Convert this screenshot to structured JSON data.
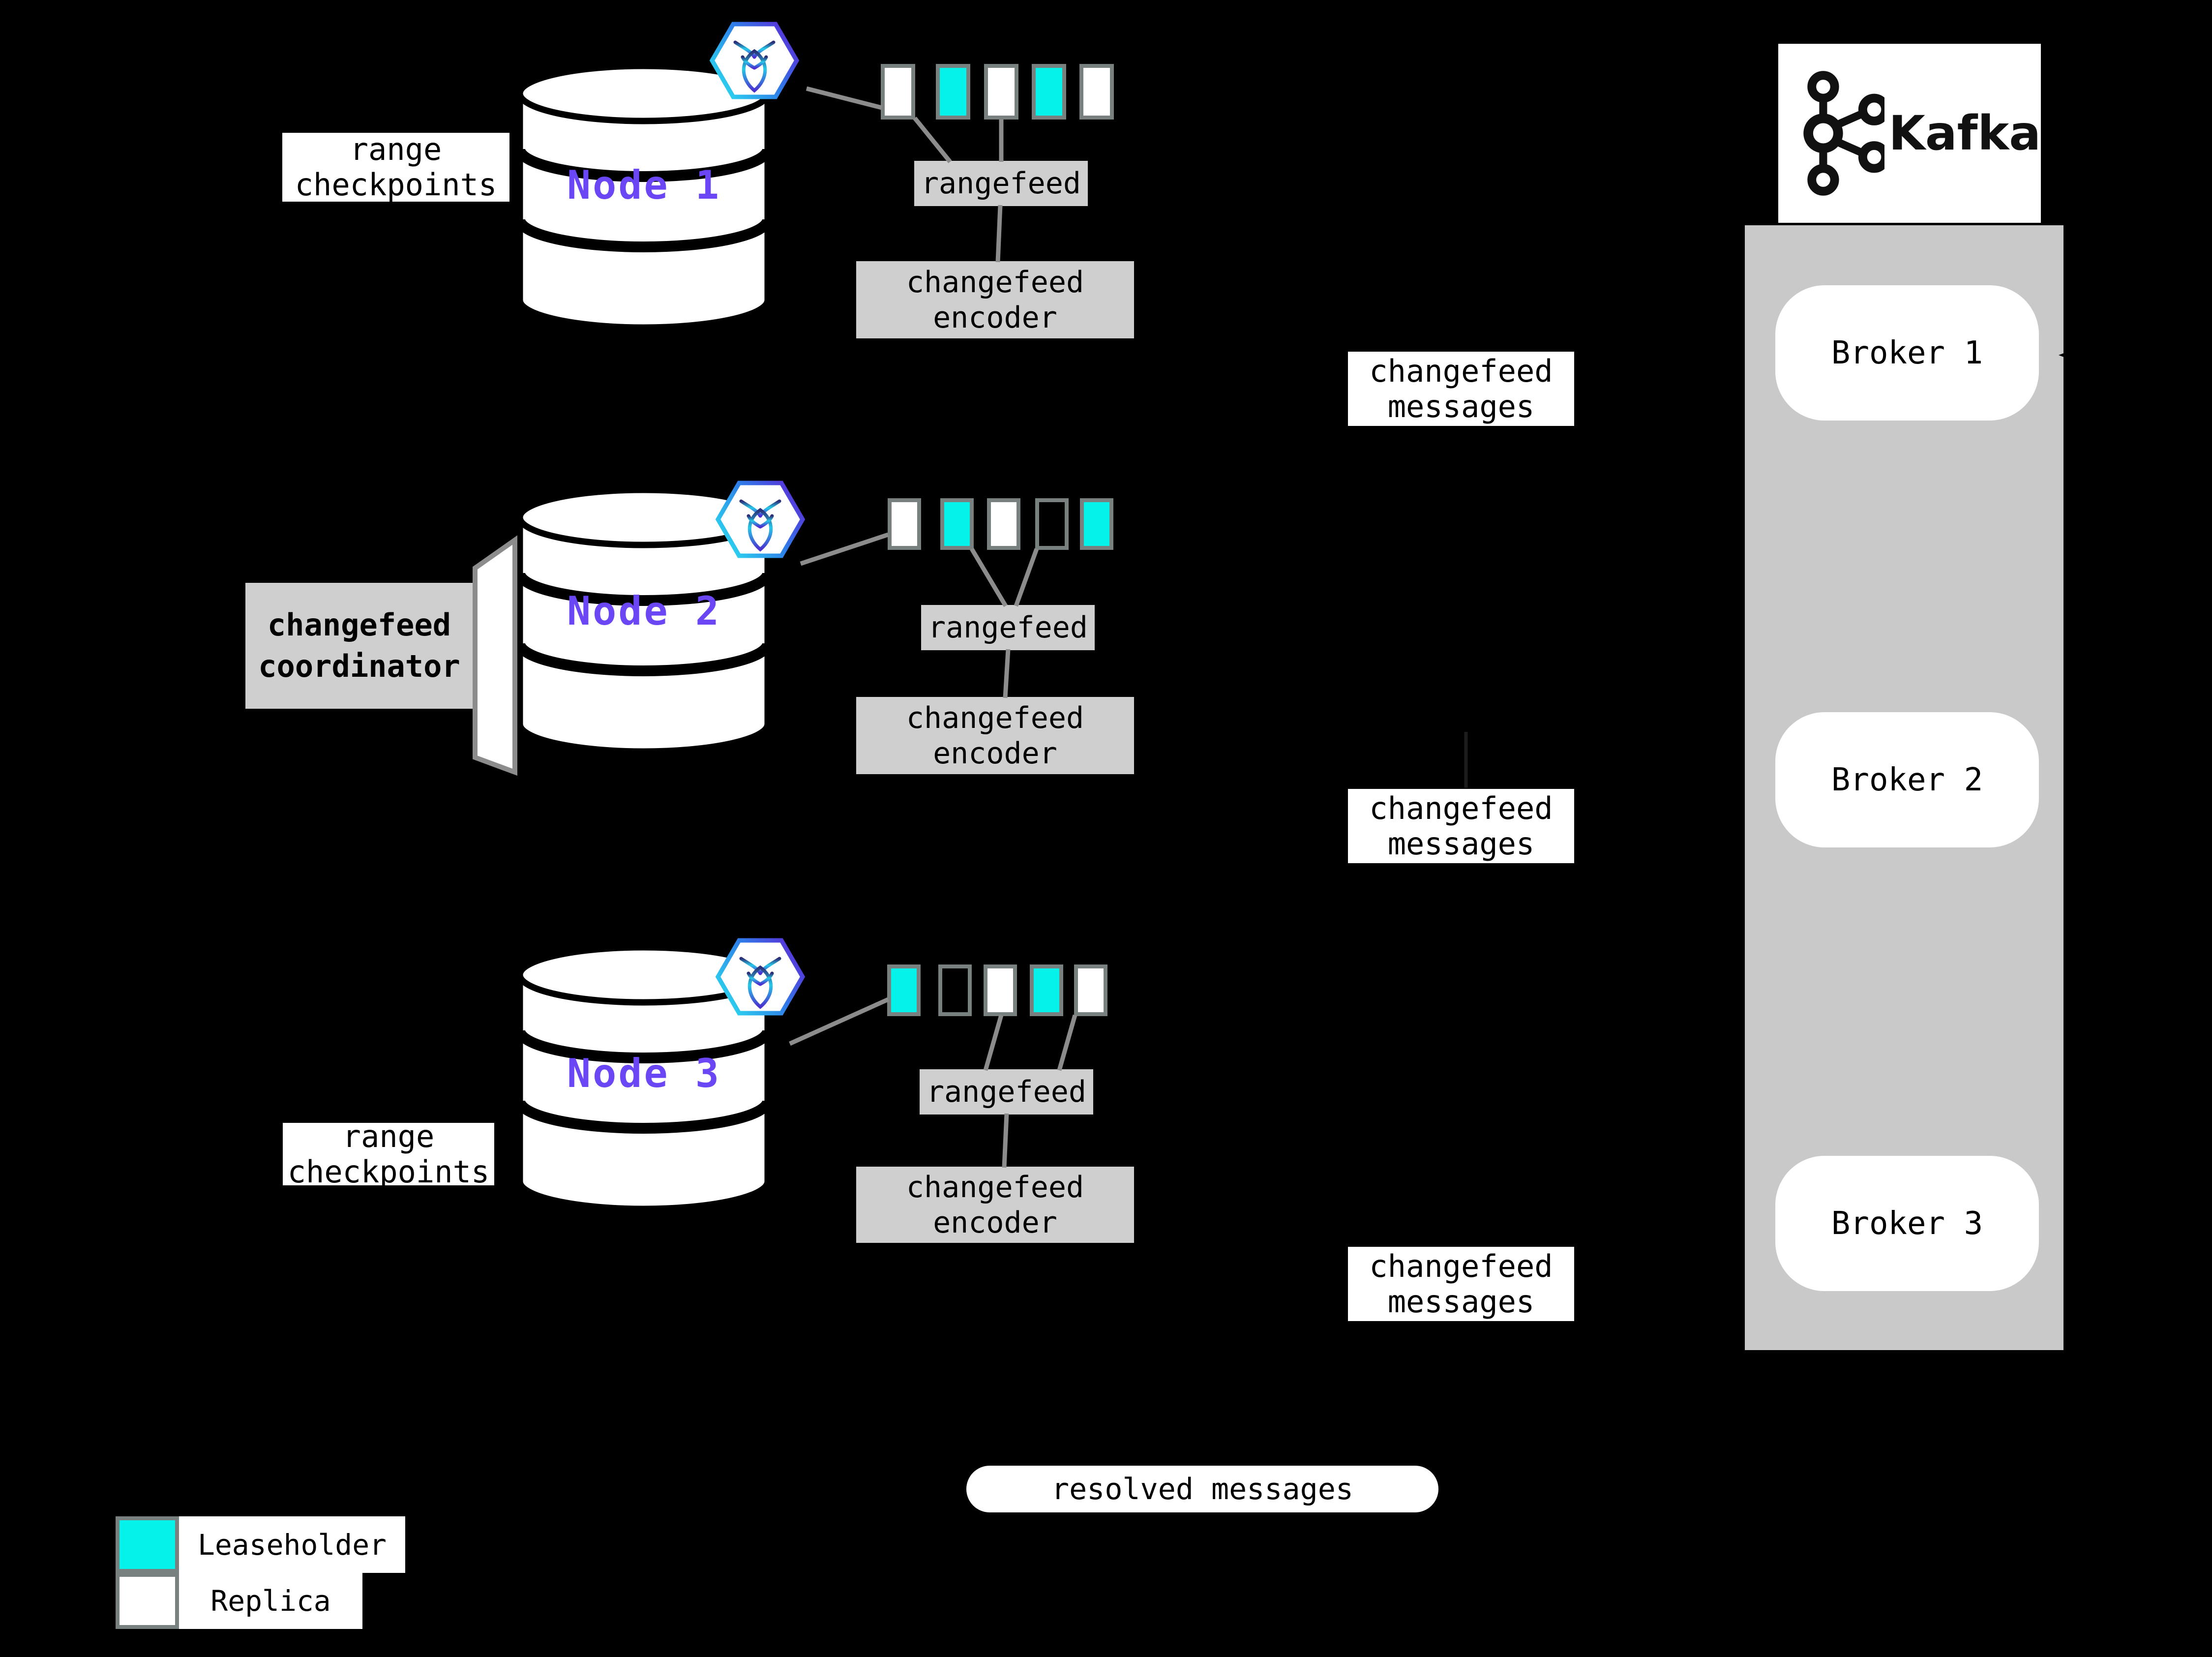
{
  "colors": {
    "bg": "#000000",
    "leaseholder": "#05F2EA",
    "replica": "#FFFFFF",
    "range_border": "#798080",
    "box_gray": "#CFCFCF",
    "container_gray": "#C9C9C9",
    "connector": "#8C8C8C",
    "node_label": "#6B46F5",
    "label_bg": "#FFFFFF",
    "text": "#000000"
  },
  "nodes": [
    {
      "label": "Node 1",
      "rangefeed_label": "rangefeed",
      "encoder_label": {
        "line1": "changefeed",
        "line2": "encoder"
      },
      "ranges": [
        "replica",
        "leaseholder",
        "replica",
        "leaseholder",
        "replica"
      ]
    },
    {
      "label": "Node 2",
      "rangefeed_label": "rangefeed",
      "encoder_label": {
        "line1": "changefeed",
        "line2": "encoder"
      },
      "ranges": [
        "replica",
        "leaseholder",
        "replica",
        "empty",
        "leaseholder"
      ]
    },
    {
      "label": "Node 3",
      "rangefeed_label": "rangefeed",
      "encoder_label": {
        "line1": "changefeed",
        "line2": "encoder"
      },
      "ranges": [
        "leaseholder",
        "empty",
        "replica",
        "leaseholder",
        "replica"
      ]
    }
  ],
  "labels": {
    "range_checkpoints": {
      "line1": "range",
      "line2": "checkpoints"
    },
    "changefeed_messages": {
      "line1": "changefeed",
      "line2": "messages"
    },
    "changefeed_coordinator": {
      "line1": "changefeed",
      "line2": "coordinator"
    },
    "resolved_messages": "resolved messages"
  },
  "kafka": {
    "logo_text": "Kafka",
    "brokers": [
      "Broker 1",
      "Broker 2",
      "Broker 3"
    ]
  },
  "legend": [
    {
      "swatch": "leaseholder",
      "label": "Leaseholder"
    },
    {
      "swatch": "replica",
      "label": "Replica"
    }
  ]
}
